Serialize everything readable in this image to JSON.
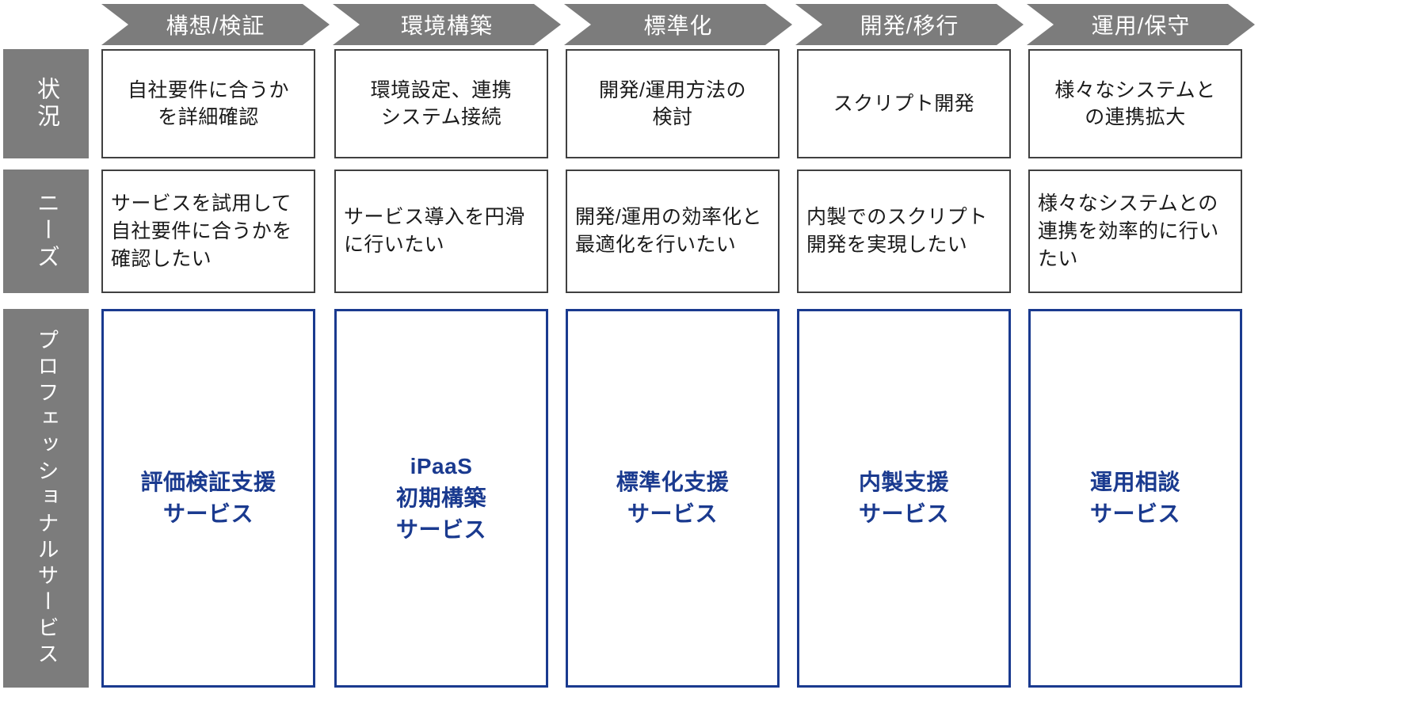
{
  "colors": {
    "header_gray": "#7c7c7c",
    "box_border": "#404040",
    "service_blue": "#1a3a8f",
    "background": "#ffffff"
  },
  "row_labels": [
    {
      "key": "status",
      "label": "状況"
    },
    {
      "key": "needs",
      "label": "ニーズ"
    },
    {
      "key": "professional_services",
      "label": "プロフェッショナルサービス"
    }
  ],
  "phases": [
    {
      "header": "構想/検証",
      "status": "自社要件に合うか\nを詳細確認",
      "needs": "サービスを試用して自社要件に合うかを確認したい",
      "service": "評価検証支援\nサービス"
    },
    {
      "header": "環境構築",
      "status": "環境設定、連携\nシステム接続",
      "needs": "サービス導入を円滑に行いたい",
      "service": "iPaaS\n初期構築\nサービス"
    },
    {
      "header": "標準化",
      "status": "開発/運用方法の\n検討",
      "needs": "開発/運用の効率化と最適化を行いたい",
      "service": "標準化支援\nサービス"
    },
    {
      "header": "開発/移行",
      "status": "スクリプト開発",
      "needs": "内製でのスクリプト開発を実現したい",
      "service": "内製支援\nサービス"
    },
    {
      "header": "運用/保守",
      "status": "様々なシステムと\nの連携拡大",
      "needs": "様々なシステムとの連携を効率的に行いたい",
      "service": "運用相談\nサービス"
    }
  ]
}
